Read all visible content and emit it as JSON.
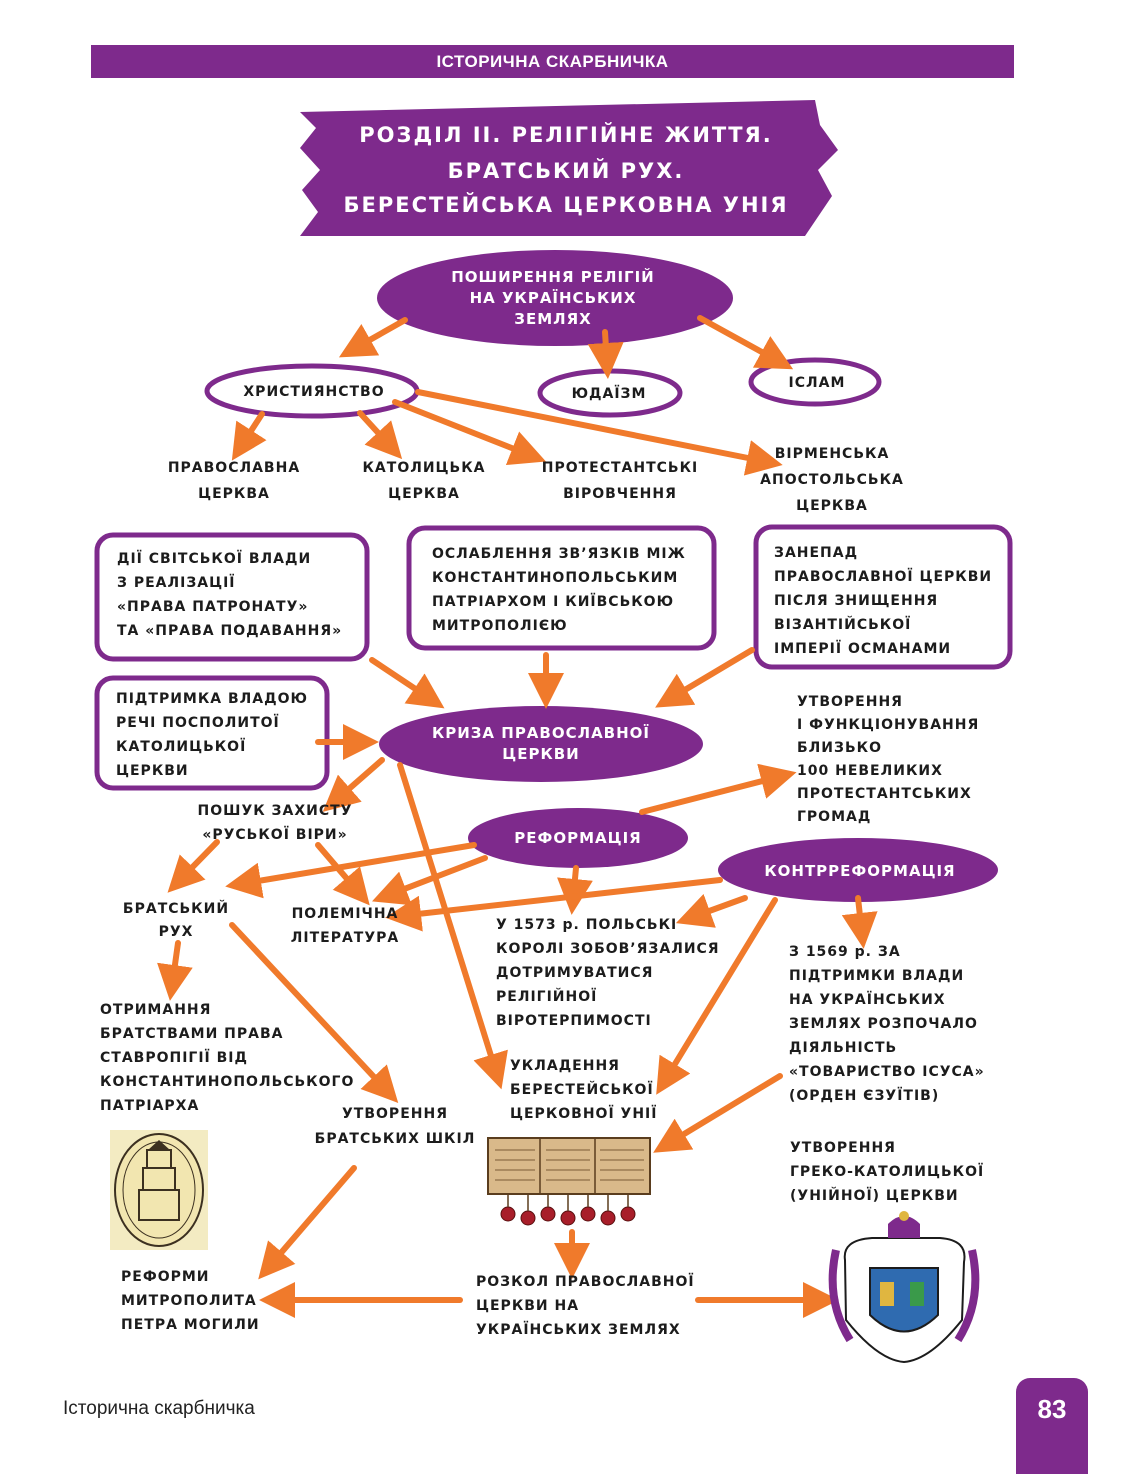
{
  "header": {
    "banner": "ІСТОРИЧНА СКАРБНИЧКА"
  },
  "title": {
    "lines": [
      "РОЗДІЛ ІІ. РЕЛІГІЙНЕ ЖИТТЯ.",
      "БРАТСЬКИЙ РУХ.",
      "БЕРЕСТЕЙСЬКА ЦЕРКОВНА УНІЯ"
    ]
  },
  "nodes": {
    "spread": [
      "ПОШИРЕННЯ РЕЛІГІЙ",
      "НА УКРАЇНСЬКИХ",
      "ЗЕМЛЯХ"
    ],
    "christianity": [
      "ХРИСТИЯНСТВО"
    ],
    "judaism": [
      "ЮДАЇЗМ"
    ],
    "islam": [
      "ІСЛАМ"
    ],
    "orthodox": [
      "ПРАВОСЛАВНА",
      "ЦЕРКВА"
    ],
    "catholic": [
      "КАТОЛИЦЬКА",
      "ЦЕРКВА"
    ],
    "protestant": [
      "ПРОТЕСТАНТСЬКІ",
      "ВІРОВЧЕННЯ"
    ],
    "armenian": [
      "ВІРМЕНСЬКА",
      "АПОСТОЛЬСЬКА",
      "ЦЕРКВА"
    ],
    "secular": [
      "ДІЇ СВІТСЬКОЇ ВЛАДИ",
      "З РЕАЛІЗАЦІЇ",
      "«ПРАВА ПАТРОНАТУ»",
      "ТА «ПРАВА ПОДАВАННЯ»"
    ],
    "weakening": [
      "ОСЛАБЛЕННЯ ЗВ’ЯЗКІВ МІЖ",
      "КОНСТАНТИНОПОЛЬСЬКИМ",
      "ПАТРІАРХОМ І КИЇВСЬКОЮ",
      "МИТРОПОЛІЄЮ"
    ],
    "decline": [
      "ЗАНЕПАД",
      "ПРАВОСЛАВНОЇ ЦЕРКВИ",
      "ПІСЛЯ ЗНИЩЕННЯ",
      "ВІЗАНТІЙСЬКОЇ",
      "ІМПЕРІЇ ОСМАНАМИ"
    ],
    "support": [
      "ПІДТРИМКА ВЛАДОЮ",
      "РЕЧІ ПОСПОЛИТОЇ",
      "КАТОЛИЦЬКОЇ",
      "ЦЕРКВИ"
    ],
    "crisis": [
      "КРИЗА ПРАВОСЛАВНОЇ",
      "ЦЕРКВИ"
    ],
    "communities": [
      "УТВОРЕННЯ",
      "І ФУНКЦІОНУВАННЯ",
      "БЛИЗЬКО",
      "100 НЕВЕЛИКИХ",
      "ПРОТЕСТАНТСЬКИХ",
      "ГРОМАД"
    ],
    "search": [
      "ПОШУК ЗАХИСТУ",
      "«РУСЬКОЇ ВІРИ»"
    ],
    "reformation": [
      "РЕФОРМАЦІЯ"
    ],
    "counter": [
      "КОНТРРЕФОРМАЦІЯ"
    ],
    "brotherhood": [
      "БРАТСЬКИЙ",
      "РУХ"
    ],
    "polemic": [
      "ПОЛЕМІЧНА",
      "ЛІТЕРАТУРА"
    ],
    "tolerance": [
      "У 1573 р. ПОЛЬСЬКІ",
      "КОРОЛІ ЗОБОВ’ЯЗАЛИСЯ",
      "ДОТРИМУВАТИСЯ",
      "РЕЛІГІЙНОЇ",
      "ВІРОТЕРПИМОСТІ"
    ],
    "jesuits": [
      "З 1569 р. ЗА",
      "ПІДТРИМКИ ВЛАДИ",
      "НА УКРАЇНСЬКИХ",
      "ЗЕМЛЯХ РОЗПОЧАЛО",
      "ДІЯЛЬНІСТЬ",
      "«ТОВАРИСТВО ІСУСА»",
      "(ОРДЕН ЄЗУЇТІВ)"
    ],
    "stauropegia": [
      "ОТРИМАННЯ",
      "БРАТСТВАМИ ПРАВА",
      "СТАВРОПІГІЇ ВІД",
      "КОНСТАНТИНОПОЛЬСЬКОГО",
      "ПАТРІАРХА"
    ],
    "union": [
      "УКЛАДЕННЯ",
      "БЕРЕСТЕЙСЬКОЇ",
      "ЦЕРКОВНОЇ УНІЇ"
    ],
    "schools": [
      "УТВОРЕННЯ",
      "БРАТСЬКИХ ШКІЛ"
    ],
    "greekcath": [
      "УТВОРЕННЯ",
      "ГРЕКО-КАТОЛИЦЬКОЇ",
      "(УНІЙНОЇ) ЦЕРКВИ"
    ],
    "mohyla": [
      "РЕФОРМИ",
      "МИТРОПОЛИТА",
      "ПЕТРА МОГИЛИ"
    ],
    "schism": [
      "РОЗКОЛ ПРАВОСЛАВНОЇ",
      "ЦЕРКВИ НА",
      "УКРАЇНСЬКИХ ЗЕМЛЯХ"
    ]
  },
  "colors": {
    "purple": "#7e2a8c",
    "arrow": "#f07a2b",
    "ink": "#1c1c1c"
  },
  "footer": {
    "text": "Історична скарбничка",
    "page": "83"
  }
}
